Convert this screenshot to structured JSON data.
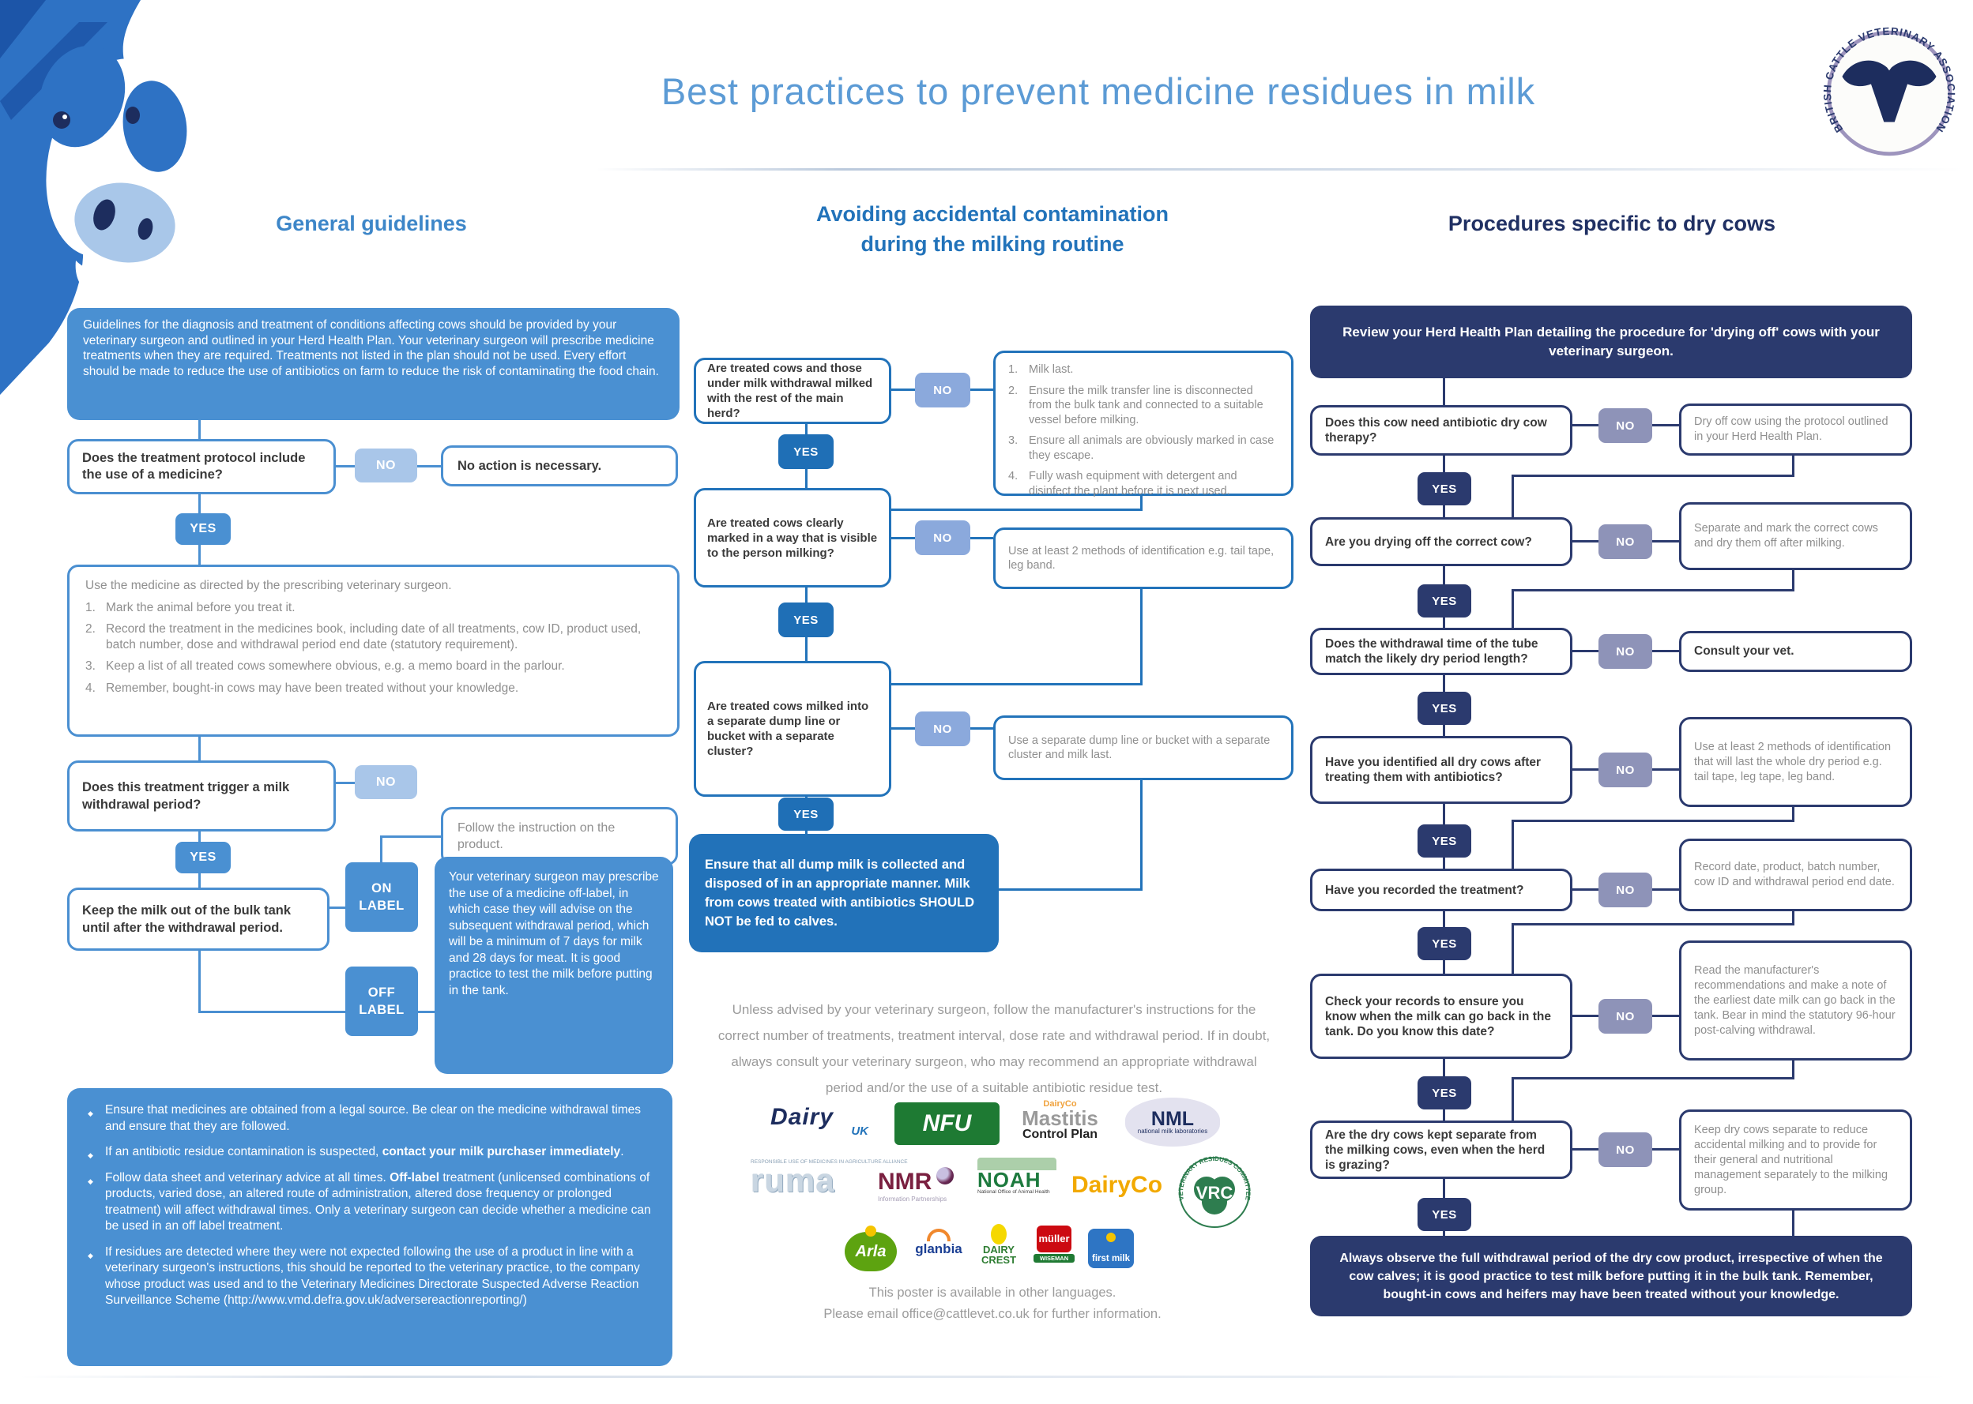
{
  "title": "Best practices to prevent medicine residues in milk",
  "labels": {
    "yes": "YES",
    "no": "NO",
    "on1": "ON",
    "on2": "LABEL",
    "off1": "OFF",
    "off2": "LABEL"
  },
  "bcva": {
    "ring_text": "BRITISH CATTLE VETERINARY ASSOCIATION"
  },
  "colors": {
    "col1_accent": "#4a90d2",
    "col2_accent": "#2272b9",
    "col3_accent": "#2b3a6e",
    "no1": "#a9c6e9",
    "no2": "#8ba9dc",
    "no3": "#8e93b8",
    "title": "#5c9bd5"
  },
  "col1": {
    "header": "General guidelines",
    "intro": "Guidelines for the diagnosis and treatment of conditions affecting cows should be provided by your veterinary surgeon and outlined in your Herd Health Plan. Your veterinary surgeon will prescribe medicine treatments when they are required. Treatments not listed in the plan should not be used. Every effort should be made to reduce the use of antibiotics on farm to reduce the risk of contaminating the food chain.",
    "q1": "Does the treatment protocol include the use of a medicine?",
    "r1": "No action is necessary.",
    "use_box": {
      "intro": "Use the medicine as directed by the prescribing veterinary surgeon.",
      "items": [
        "Mark the animal before you treat it.",
        "Record the treatment in the medicines book, including date of all treatments, cow ID, product used, batch number, dose and withdrawal period end date (statutory requirement).",
        "Keep a list of all treated cows somewhere obvious, e.g. a memo board in the parlour.",
        "Remember, bought-in cows may have been treated without your knowledge."
      ]
    },
    "q2": "Does this treatment trigger a milk withdrawal period?",
    "follow": "Follow the instruction on the product.",
    "q3": "Keep the milk out of the bulk tank until after the withdrawal period.",
    "off_label_box": "Your veterinary surgeon may prescribe the use of a medicine off-label, in which case they will advise on the subsequent withdrawal period, which will be a minimum of 7 days for milk and 28 days for meat. It is good practice to test the milk before putting in the tank.",
    "bullets": [
      {
        "pre": "Ensure that medicines are obtained from a legal source. Be clear on the medicine withdrawal times and ensure that they are followed.",
        "bold": "",
        "post": ""
      },
      {
        "pre": "If an antibiotic residue contamination is suspected, ",
        "bold": "contact your milk purchaser immediately",
        "post": "."
      },
      {
        "pre": "Follow data sheet and veterinary advice at all times. ",
        "bold": "Off-label",
        "post": " treatment (unlicensed combinations of products, varied dose, an altered route of administration, altered dose frequency or prolonged treatment) will affect withdrawal times. Only a veterinary surgeon can decide whether a medicine can be used in an off label treatment."
      },
      {
        "pre": "If residues are detected where they were not expected following the use of a product in line with a veterinary surgeon's instructions, this should be reported to the veterinary practice, to the company whose product was used and to the Veterinary Medicines Directorate Suspected Adverse Reaction Surveillance Scheme (http://www.vmd.defra.gov.uk/adversereactionreporting/)",
        "bold": "",
        "post": ""
      }
    ]
  },
  "col2": {
    "header_line1": "Avoiding accidental contamination",
    "header_line2": "during the milking routine",
    "q1": "Are treated cows and those under milk withdrawal milked with the rest of the main herd?",
    "r1_items": [
      "Milk last.",
      "Ensure the milk transfer line is disconnected from the bulk tank and connected to a suitable vessel before milking.",
      "Ensure all animals are obviously marked in case they escape.",
      "Fully wash equipment with detergent and disinfect the plant before it is next used."
    ],
    "q2": "Are treated cows clearly marked in a way that is visible to the person milking?",
    "r2": "Use at least 2 methods of identification e.g. tail tape, leg band.",
    "q3": "Are treated cows milked into a separate dump line or bucket with a separate cluster?",
    "r3": "Use a separate dump line or bucket with a separate cluster and milk last.",
    "dump_box": "Ensure that all dump milk is collected and disposed of in an appropriate manner. Milk from cows treated with antibiotics SHOULD NOT be fed to calves.",
    "note": "Unless advised by your veterinary surgeon, follow the manufacturer's instructions for the correct number of treatments, treatment interval, dose rate and withdrawal period. If in doubt, always consult your veterinary surgeon, who may recommend an appropriate withdrawal period and/or the use of a suitable antibiotic residue test.",
    "foot_line1": "This poster is available in other languages.",
    "foot_line2": "Please email office@cattlevet.co.uk for further information."
  },
  "col3": {
    "header": "Procedures specific to dry cows",
    "review": "Review your Herd Health Plan detailing the procedure for 'drying off' cows with your veterinary surgeon.",
    "rows": [
      {
        "q": "Does this cow need antibiotic dry cow therapy?",
        "r": "Dry off cow using the protocol outlined in your Herd Health Plan."
      },
      {
        "q": "Are you drying off the correct cow?",
        "r": "Separate and mark the correct cows and dry them off after milking."
      },
      {
        "q": "Does the withdrawal time of the tube match the likely dry period length?",
        "r": "Consult your vet."
      },
      {
        "q": "Have you identified all dry cows after treating them with antibiotics?",
        "r": "Use at least 2 methods of identification that will last the whole dry period e.g. tail tape, leg tape, leg band."
      },
      {
        "q": "Have you recorded the treatment?",
        "r": "Record date, product, batch number, cow ID and withdrawal period end date."
      },
      {
        "q": "Check your records to ensure you know when the milk can go back in the tank. Do you know this date?",
        "r": "Read the manufacturer's recommendations and make a note of the earliest date milk can go back in the tank. Bear in mind the statutory 96-hour post-calving withdrawal."
      },
      {
        "q": "Are the dry cows kept separate from the milking cows, even when the herd is grazing?",
        "r": "Keep dry cows separate to reduce accidental milking and to provide for their general and nutritional management separately to the milking group."
      }
    ],
    "final": "Always observe the full withdrawal period of the dry cow product, irrespective of when the cow calves; it is good practice to test milk before putting it in the bulk tank. Remember, bought-in cows and heifers may have been treated without your knowledge."
  },
  "logos": {
    "dairy_uk": {
      "main": "Dairy",
      "sub": "UK"
    },
    "nfu": {
      "main": "NFU"
    },
    "mastitis": {
      "top": "DairyCo",
      "main": "Mastitis",
      "sub": "Control Plan"
    },
    "nml": {
      "main": "NML",
      "sub": "national milk laboratories"
    },
    "ruma": {
      "top": "RESPONSIBLE USE OF MEDICINES IN AGRICULTURE ALLIANCE",
      "main": "ruma"
    },
    "nmr": {
      "main": "NMR",
      "sub": "Information Partnerships"
    },
    "noah": {
      "main": "NOAH",
      "sub": "National Office of Animal Health"
    },
    "dairyco": {
      "main": "DairyCo"
    },
    "vrc": {
      "main": "VRC",
      "around": "VETERINARY RESIDUES COMMITTEE"
    },
    "arla": {
      "main": "Arla"
    },
    "glanbia": {
      "main": "glanbia"
    },
    "dairy_crest": {
      "main": "DAIRY",
      "sub": "CREST"
    },
    "muller": {
      "main": "müller",
      "sub": "WISEMAN"
    },
    "first_milk": {
      "main": "first milk"
    }
  }
}
